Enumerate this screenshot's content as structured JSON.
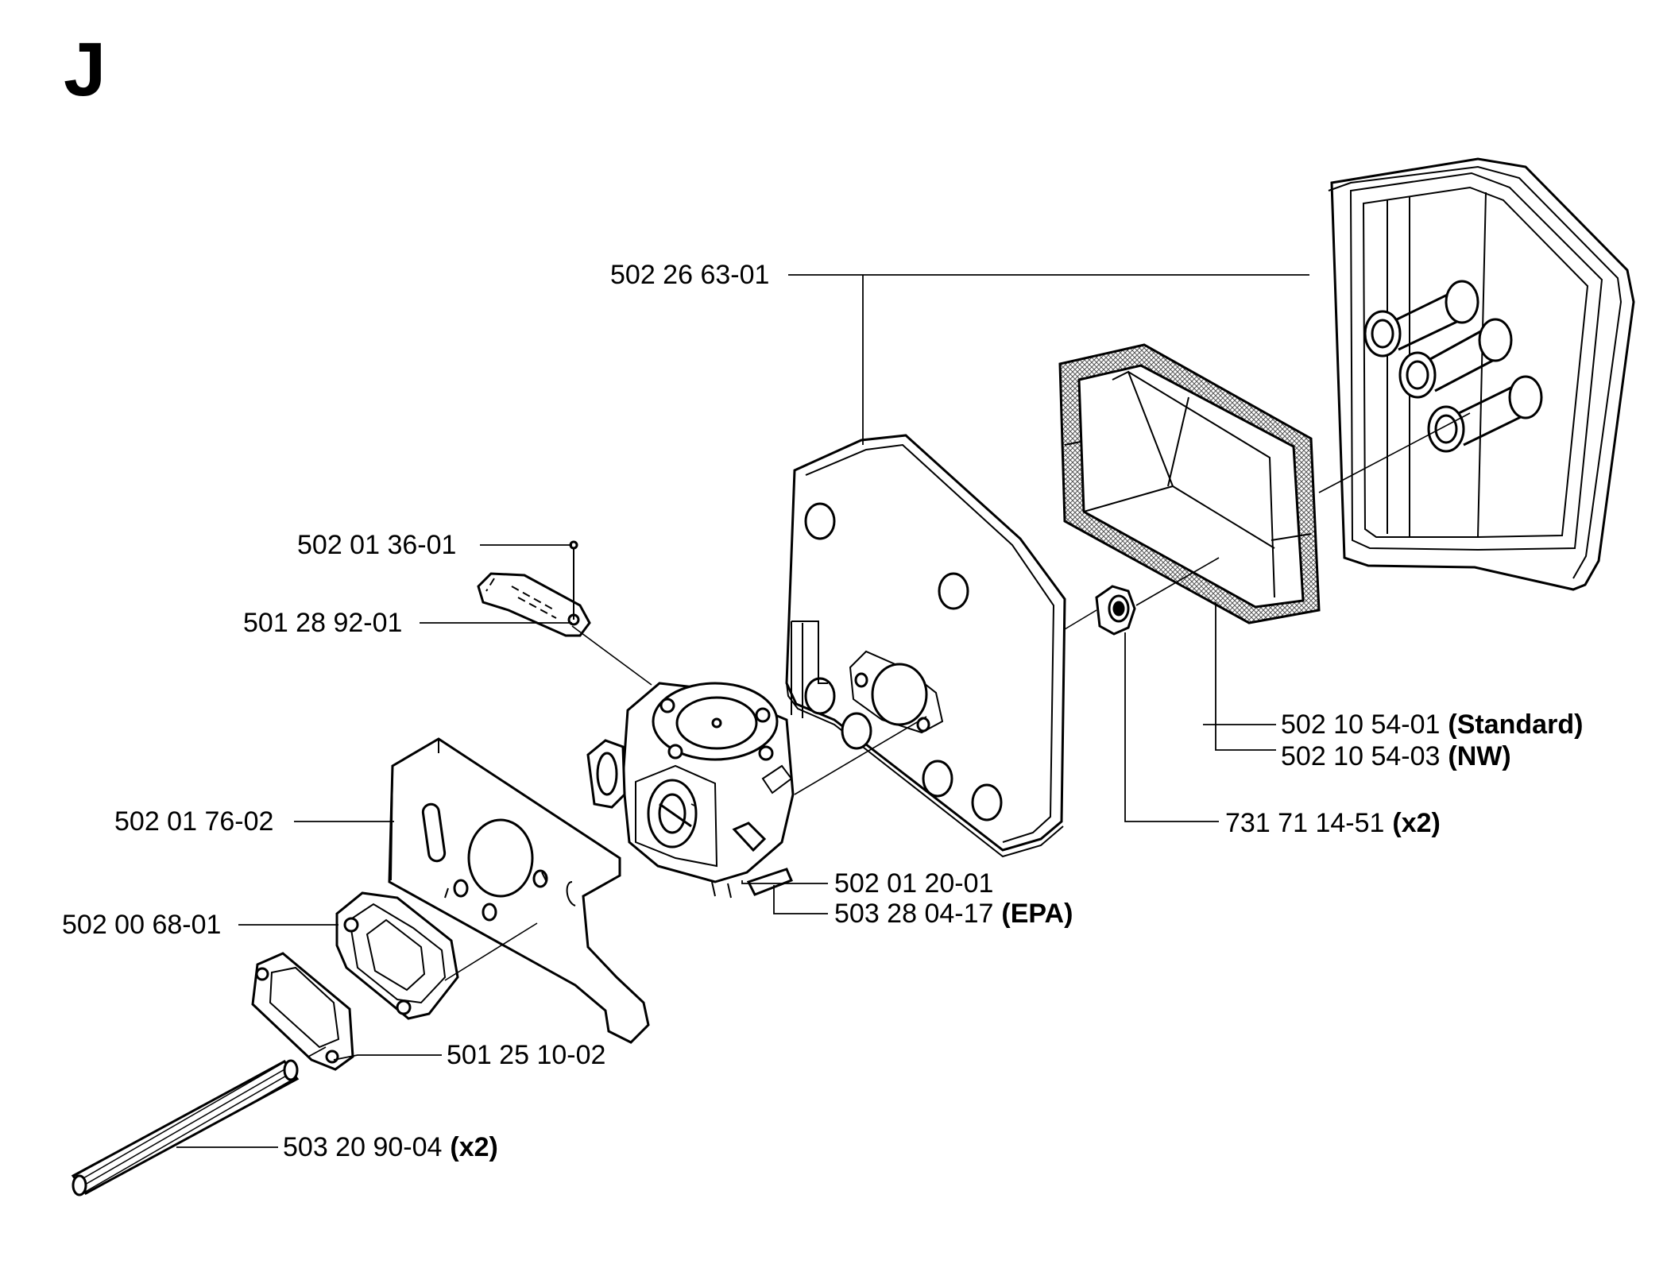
{
  "section": {
    "letter": "J"
  },
  "callouts": {
    "air_filter_cover": {
      "part": "502 26 63-01",
      "note": ""
    },
    "air_filter_standard": {
      "part": "502 10 54-01",
      "note": "(Standard)"
    },
    "air_filter_nw": {
      "part": "502 10 54-03",
      "note": "(NW)"
    },
    "nut": {
      "part": "731 71 14-51",
      "note": "(x2)"
    },
    "choke_pin": {
      "part": "502 01 36-01",
      "note": ""
    },
    "choke_lever": {
      "part": "501 28 92-01",
      "note": ""
    },
    "heat_shield": {
      "part": "502 01 76-02",
      "note": ""
    },
    "carburetor": {
      "part": "502 01 20-01",
      "note": ""
    },
    "carburetor_epa": {
      "part": "503 28 04-17",
      "note": "(EPA)"
    },
    "intake_spacer": {
      "part": "502 00 68-01",
      "note": ""
    },
    "gasket": {
      "part": "501 25 10-02",
      "note": ""
    },
    "stud_bolt": {
      "part": "503 20 90-04",
      "note": "(x2)"
    }
  }
}
